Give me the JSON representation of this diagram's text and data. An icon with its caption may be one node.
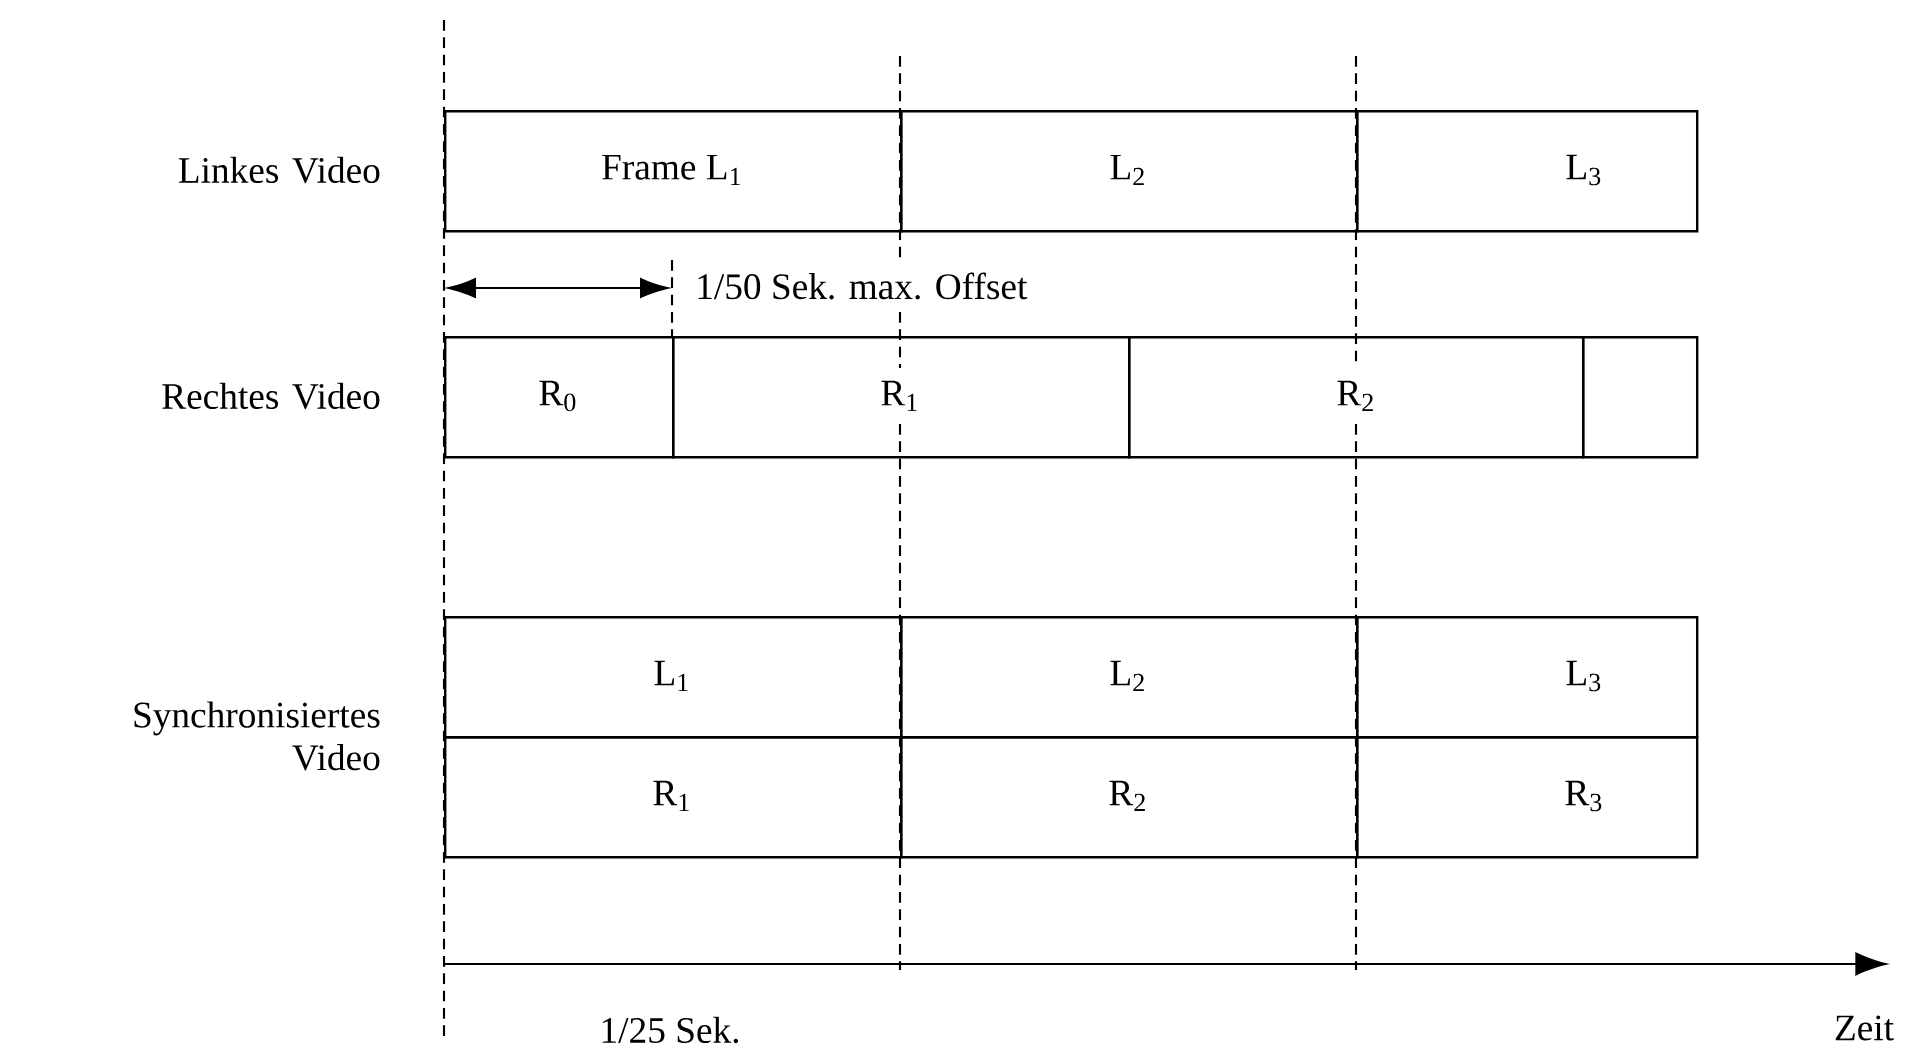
{
  "diagram": {
    "nodes": [
      {
        "text": [
          "Frame L$_{1}$"
        ]
      },
      {
        "text": [
          "L$_{2}$"
        ]
      },
      {
        "text": [
          "L$_{3}$"
        ]
      },
      {
        "text": [
          "R$_{0}$"
        ]
      },
      {
        "text": [
          "R$_{1}$"
        ]
      },
      {
        "text": [
          "R$_{2}$"
        ]
      },
      {
        "text": [],
        "shape": "box"
      },
      {
        "text": [
          "L$_{1}$"
        ]
      },
      {
        "text": [
          "L$_{2}$"
        ]
      },
      {
        "text": [
          "L$_{3}$"
        ]
      },
      {
        "text": [
          "R$_{1}$"
        ]
      },
      {
        "text": [
          "R$_{2}$"
        ]
      },
      {
        "text": [
          "R$_{3}$"
        ]
      }
    ],
    "labels": [
      "Linkes Video",
      "1/50 Sek. max. Offset",
      "Rechtes Video",
      "Synchronisiertes Video",
      "1/25 Sek.",
      "Zeit"
    ]
  }
}
